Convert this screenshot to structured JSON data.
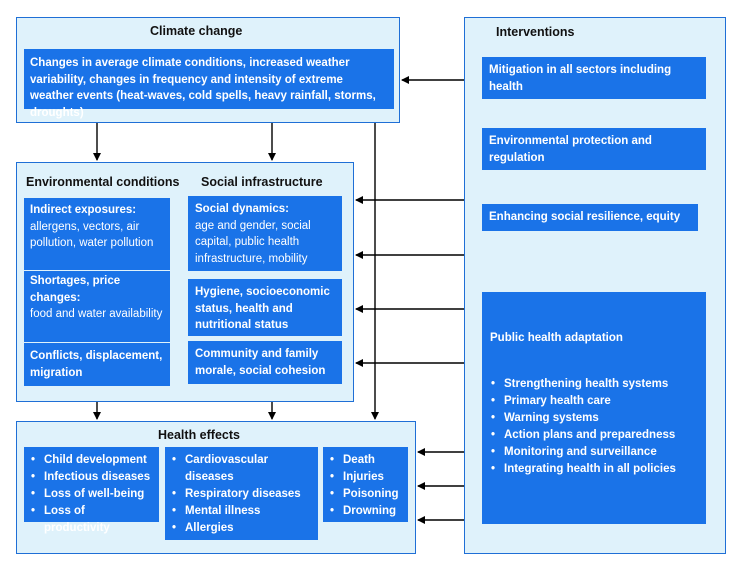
{
  "climate": {
    "title": "Climate change",
    "box": "Changes in average climate conditions, increased weather variability, changes in frequency and intensity of extreme weather events (heat-waves, cold spells, heavy rainfall, storms, droughts)"
  },
  "interventions": {
    "title": "Interventions",
    "mitigation": "Mitigation in all sectors including health",
    "env_protection": "Environmental protection and regulation",
    "resilience": "Enhancing social resilience, equity",
    "adaptation": {
      "title": "Public health adaptation",
      "items": [
        "Strengthening health systems",
        "Primary health care",
        "Warning systems",
        "Action plans and preparedness",
        "Monitoring and surveillance",
        "Integrating health in all policies"
      ]
    }
  },
  "environmental": {
    "title": "Environmental conditions",
    "indirect": {
      "title": "Indirect exposures:",
      "text": "allergens, vectors, air pollution, water pollution"
    },
    "shortages": {
      "title": "Shortages, price changes:",
      "text": "food and water availability"
    },
    "conflicts": "Conflicts, displacement, migration"
  },
  "social": {
    "title": "Social infrastructure",
    "dynamics": {
      "title": "Social dynamics:",
      "text": "age and gender, social capital, public health infrastructure, mobility"
    },
    "hygiene": "Hygiene, socioeconomic status, health and nutritional status",
    "community": "Community and family morale, social cohesion"
  },
  "health": {
    "title": "Health effects",
    "col1": [
      "Child development",
      "Infectious diseases",
      "Loss of well-being",
      "Loss of productivity"
    ],
    "col2": [
      "Cardiovascular diseases",
      "Respiratory diseases",
      "Mental illness",
      "Allergies"
    ],
    "col3": [
      "Death",
      "Injuries",
      "Poisoning",
      "Drowning"
    ]
  },
  "colors": {
    "panel_bg": "#dff2fb",
    "box_blue": "#1a73e8",
    "border": "#1f6fd6",
    "arrow": "#000000"
  }
}
